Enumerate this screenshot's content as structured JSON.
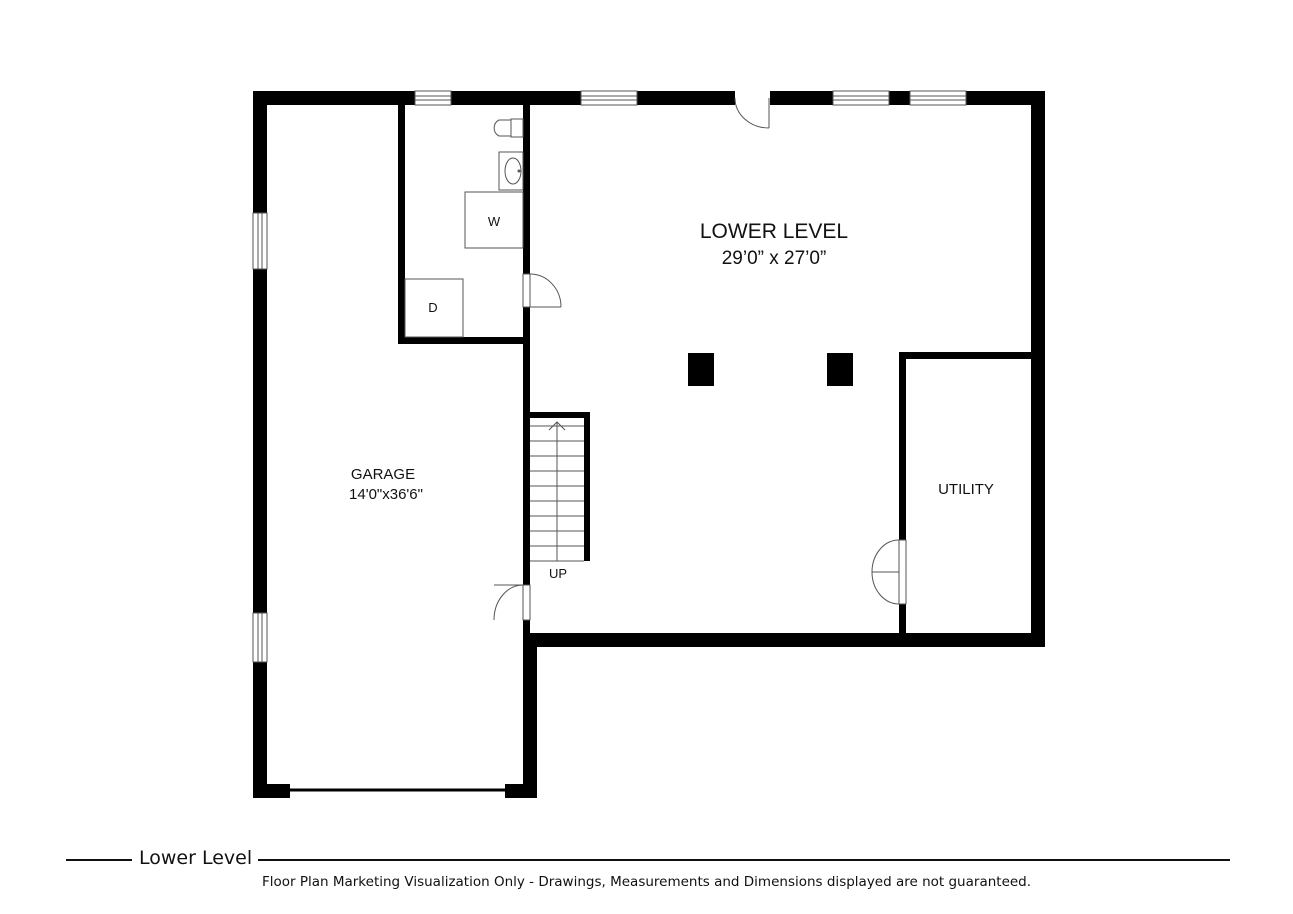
{
  "plan": {
    "rooms": {
      "lower_level": {
        "name": "LOWER LEVEL",
        "dimensions": "29’0” x 27’0”"
      },
      "garage": {
        "name": "GARAGE",
        "dimensions": "14'0\"x36'6\""
      },
      "utility": {
        "name": "UTILITY"
      }
    },
    "appliances": {
      "washer": "W",
      "dryer": "D"
    },
    "stairs": {
      "label": "UP"
    }
  },
  "footer": {
    "level_title": "Lower Level",
    "disclaimer": "Floor Plan Marketing Visualization Only - Drawings, Measurements and Dimensions displayed are not guaranteed."
  },
  "colors": {
    "wall": "#000000",
    "background": "#ffffff",
    "fixture_line": "#555555"
  }
}
